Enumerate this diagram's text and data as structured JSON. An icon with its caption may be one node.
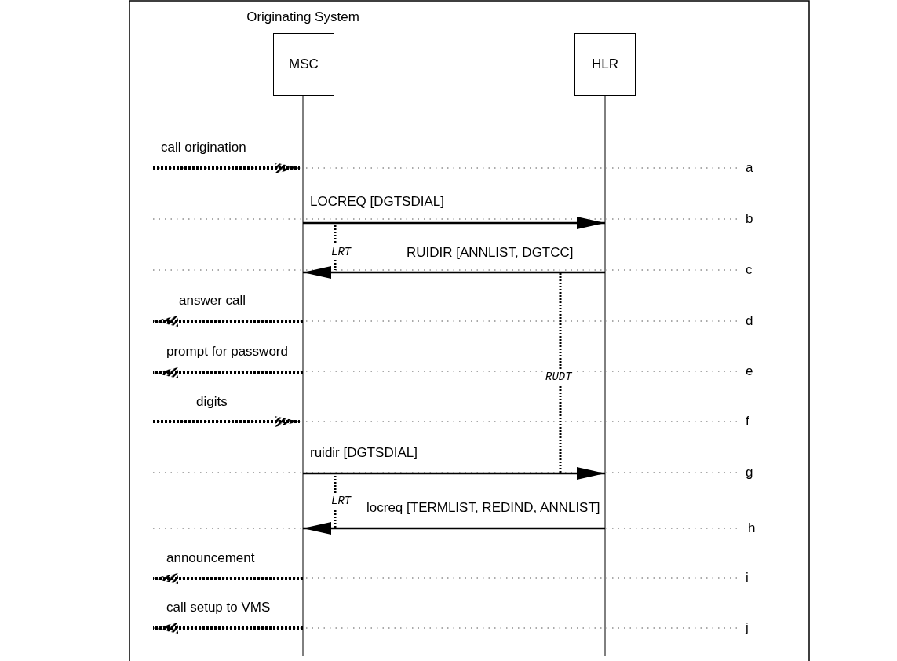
{
  "diagram": {
    "nodes": [
      {
        "text": [
          "Originating System",
          "MSC"
        ]
      },
      {
        "text": [
          "HLR"
        ]
      }
    ],
    "edges": [
      {
        "from": null,
        "to": 0,
        "arrow": "to",
        "label": "call origination",
        "style": "dashed"
      },
      {
        "from": 0,
        "to": 1,
        "arrow": "to",
        "label": "LOCREQ [DGTSDIAL]"
      },
      {
        "from": 1,
        "to": 0,
        "arrow": "to",
        "label": "RUIDIR [ANNLIST, DGTCC]"
      },
      {
        "from": 0,
        "to": null,
        "arrow": "to",
        "label": "answer call",
        "style": "dashed"
      },
      {
        "from": 0,
        "to": null,
        "arrow": "to",
        "label": "prompt for password",
        "style": "dashed"
      },
      {
        "from": null,
        "to": 0,
        "arrow": "to",
        "label": "digits",
        "style": "dashed"
      },
      {
        "from": 0,
        "to": 1,
        "arrow": "to",
        "label": "ruidir [DGTSDIAL]"
      },
      {
        "from": 1,
        "to": 0,
        "arrow": "to",
        "label": "locreq [TERMLIST, REDIND, ANNLIST]"
      },
      {
        "from": 0,
        "to": null,
        "arrow": "to",
        "label": "announcement",
        "style": "dashed"
      },
      {
        "from": 0,
        "to": null,
        "arrow": "to",
        "label": "call setup to VMS",
        "style": "dashed"
      }
    ],
    "labels": [
      "a",
      "b",
      "LRT",
      "c",
      "d",
      "RUDT",
      "e",
      "f",
      "g",
      "LRT",
      "h",
      "i",
      "j"
    ]
  }
}
